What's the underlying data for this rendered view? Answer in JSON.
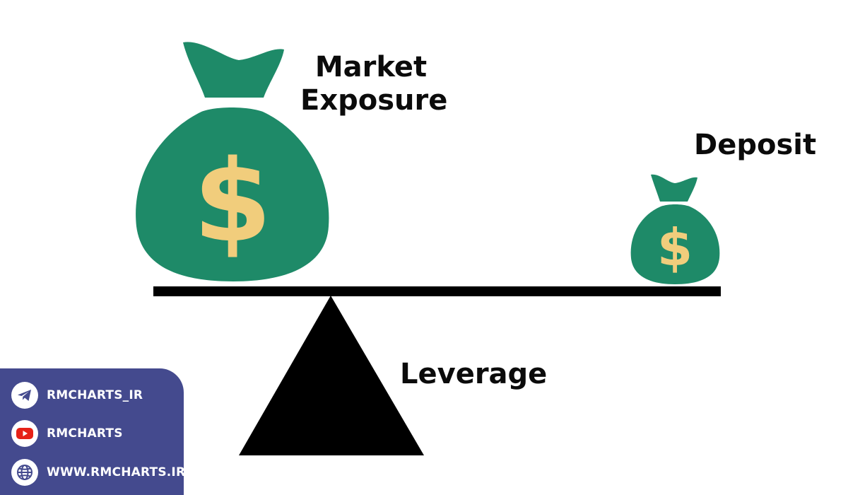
{
  "labels": {
    "market_line1": "Market",
    "market_line2": "Exposure",
    "deposit": "Deposit",
    "leverage": "Leverage",
    "currency_symbol": "$"
  },
  "colors": {
    "bag_green": "#1e8a68",
    "dollar_yellow": "#f1cd7c",
    "beam_black": "#000000",
    "panel_blue": "#444a8e",
    "youtube_red": "#e62117"
  },
  "social": {
    "items": [
      {
        "icon": "telegram-icon",
        "text": "RMCHARTS_IR"
      },
      {
        "icon": "youtube-icon",
        "text": "RMCHARTS"
      },
      {
        "icon": "globe-icon",
        "text": "WWW.RMCHARTS.IR"
      }
    ]
  }
}
